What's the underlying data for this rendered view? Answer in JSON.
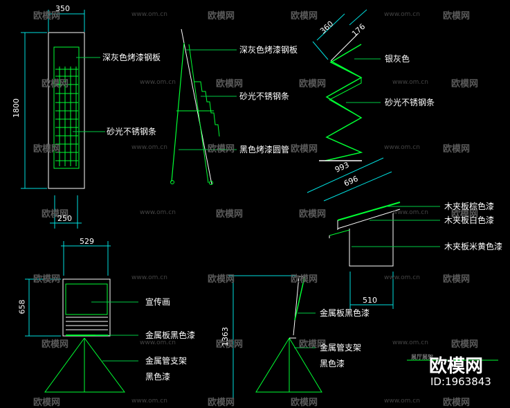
{
  "colors": {
    "background": "#000000",
    "dimension": "#00e0e0",
    "object": "#00ff33",
    "leader": "#00cc44",
    "text": "#ffffff",
    "watermark": "#5a5a5a"
  },
  "watermark": {
    "brand": "欧模网",
    "url": "www.om.cn"
  },
  "brand": {
    "name": "欧模网",
    "id": "ID:1963843"
  },
  "drawings": {
    "front_panel": {
      "dim_top": "350",
      "dim_left": "1800",
      "dim_bottom": "250",
      "label_top": "深灰色烤漆钢板",
      "label_mid": "砂光不锈钢条"
    },
    "side_panel": {
      "label_top": "深灰色烤漆钢板",
      "label_mid": "砂光不锈钢条",
      "label_bottom": "黑色烤漆圆管"
    },
    "zigzag_rack": {
      "dim_a": "360",
      "dim_b": "176",
      "label_top": "银灰色",
      "label_mid": "砂光不锈钢条"
    },
    "desk": {
      "dim_long": "993",
      "dim_short": "696",
      "dim_bottom": "510",
      "label_1": "木夹板棕色漆",
      "label_2": "木夹板白色漆",
      "label_3": "木夹板米黄色漆"
    },
    "easel_front": {
      "dim_width": "529",
      "dim_height": "658",
      "label_poster": "宣传画",
      "label_plate": "金属板黑色漆",
      "label_stand": "金属管支架",
      "label_stand_finish": "黑色漆"
    },
    "easel_side": {
      "dim_height": "1363",
      "label_plate": "金属板黑色漆",
      "label_stand": "金属管支架",
      "label_stand_finish": "黑色漆"
    },
    "corner_note": "展厅展架"
  }
}
